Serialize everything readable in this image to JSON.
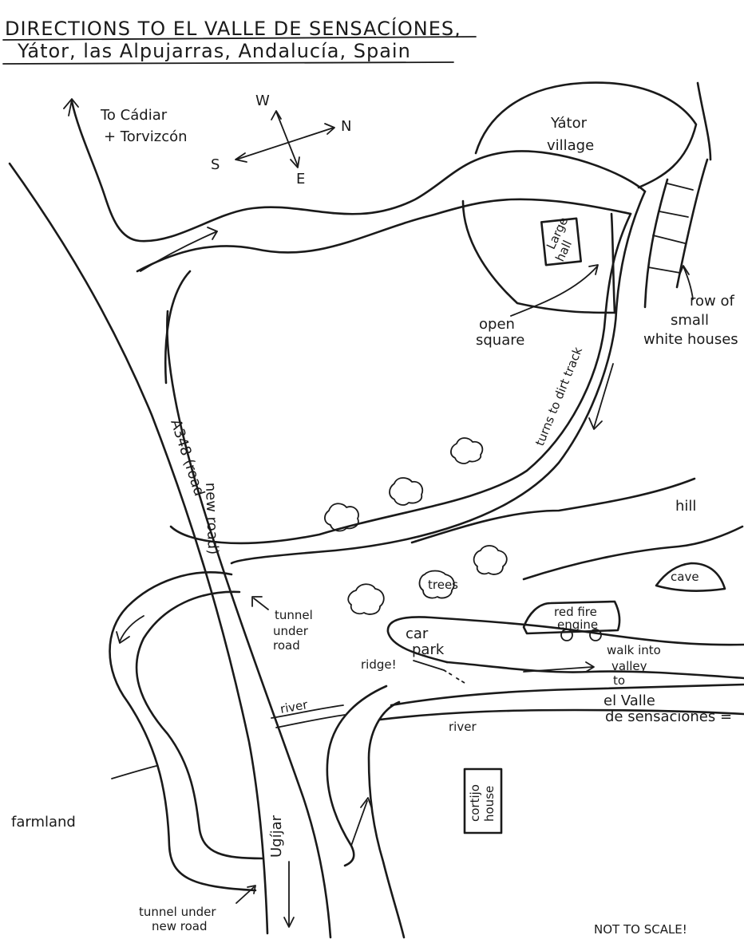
{
  "title": {
    "line1": "DIRECTIONS TO EL VALLE DE SENSACÍONES,",
    "line2": "Yátor, las Alpujarras, Andalucía, Spain"
  },
  "compass": {
    "w": "W",
    "n": "N",
    "s": "S",
    "e": "E"
  },
  "labels": {
    "to_cadiar_1": "To Cádiar",
    "to_cadiar_2": "+ Torvizcón",
    "yator_1": "Yátor",
    "yator_2": "village",
    "large_hall_1": "Large",
    "large_hall_2": "hall",
    "open_square_1": "open",
    "open_square_2": "square",
    "houses_1": "row of",
    "houses_2": "small",
    "houses_3": "white houses",
    "turns": "turns to dirt track",
    "road_a348": "A348 (road",
    "road_new": "new road)",
    "hill": "hill",
    "cave": "cave",
    "trees": "trees",
    "fire_1": "red fire",
    "fire_2": "engine",
    "tunnel1_1": "tunnel",
    "tunnel1_2": "under",
    "tunnel1_3": "road",
    "car_1": "car",
    "car_2": "park",
    "ridge": "ridge!",
    "walk_1": "walk into",
    "walk_2": "valley",
    "walk_3": "to",
    "valle_1": "el Valle",
    "valle_2": "de sensaciones =",
    "river1": "river",
    "river2": "river",
    "cortijo_1": "cortijo",
    "cortijo_2": "house",
    "farmland": "farmland",
    "ugijar": "Ugíjar",
    "tunnel2_1": "tunnel under",
    "tunnel2_2": "new road",
    "scale": "NOT TO SCALE!"
  }
}
